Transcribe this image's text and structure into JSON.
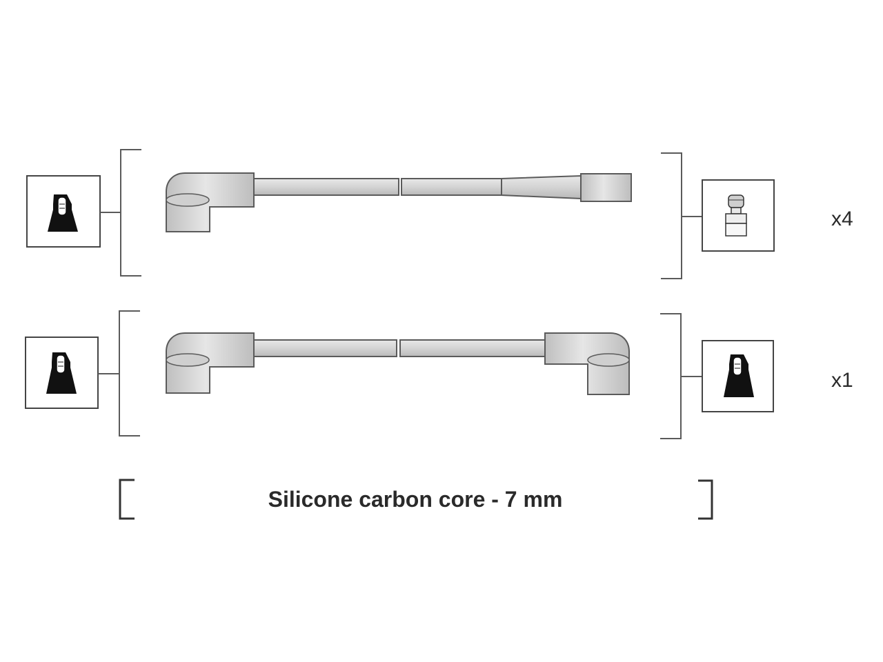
{
  "rows": [
    {
      "quantity": "x4",
      "left_connector": "coil-boot-straight",
      "right_connector": "spark-plug-terminal",
      "cable": "angled-to-straight"
    },
    {
      "quantity": "x1",
      "left_connector": "coil-boot-straight",
      "right_connector": "coil-boot-straight",
      "cable": "angled-to-angled"
    }
  ],
  "caption": "Silicone carbon core - 7 mm",
  "colors": {
    "line": "#5a5a5a",
    "fill": "#d6d6d6",
    "dark": "#111111",
    "text": "#2a2a2a"
  }
}
